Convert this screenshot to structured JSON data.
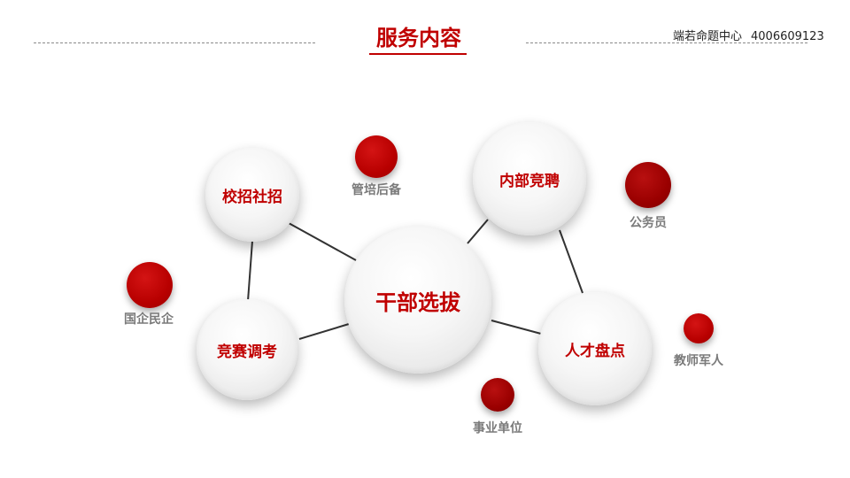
{
  "header": {
    "title": "服务内容",
    "contact_name": "端若命题中心",
    "contact_phone": "4006609123"
  },
  "diagram": {
    "center": "干部选拔",
    "nodes": [
      "校招社招",
      "内部竞聘",
      "竞赛调考",
      "人才盘点"
    ],
    "satellites": [
      "管培后备",
      "公务员",
      "国企民企",
      "教师军人",
      "事业单位"
    ]
  },
  "colors": {
    "accent": "#c00000",
    "satellite_red": "#c00000",
    "satellite_dark_red": "#9a0000",
    "label_gray": "#7a7a7a",
    "link": "#333333"
  }
}
